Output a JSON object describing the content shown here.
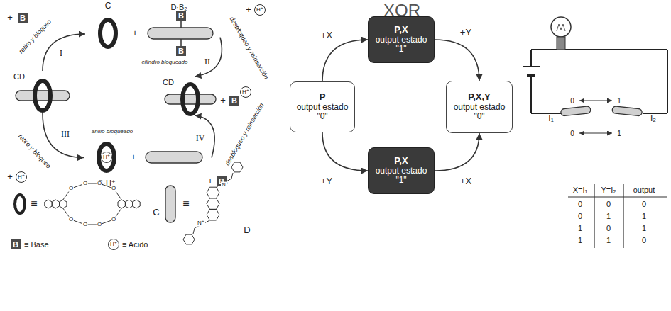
{
  "diagram": {
    "title": "XOR",
    "nodes": [
      {
        "text": [
          "CD"
        ]
      },
      {
        "text": [
          "C",
          "D·B₂",
          "cilindro bloqueado"
        ]
      },
      {
        "text": [
          "CD"
        ]
      },
      {
        "text": [
          "anillo bloqueado",
          "C·H⁺"
        ]
      },
      {
        "text": [
          "P",
          "output estado \"0\""
        ]
      },
      {
        "text": [
          "P,X",
          "output estado \"1\""
        ]
      },
      {
        "text": [
          "P,X",
          "output estado \"1\""
        ]
      },
      {
        "text": [
          "P,X,Y",
          "output estado \"0\""
        ]
      }
    ],
    "edges": [
      {
        "from": 0,
        "to": 1,
        "arrow": "to",
        "label": "I"
      },
      {
        "from": 1,
        "to": 2,
        "arrow": "to",
        "label": "II"
      },
      {
        "from": 0,
        "to": 3,
        "arrow": "to",
        "label": "III"
      },
      {
        "from": 3,
        "to": 2,
        "arrow": "to",
        "label": "IV"
      },
      {
        "from": 4,
        "to": 5,
        "arrow": "to",
        "label": "+X"
      },
      {
        "from": 5,
        "to": 7,
        "arrow": "to",
        "label": "+Y"
      },
      {
        "from": 4,
        "to": 6,
        "arrow": "to",
        "label": "+Y"
      },
      {
        "from": 6,
        "to": 7,
        "arrow": "to",
        "label": "+X"
      }
    ],
    "labels": [
      "+",
      "B",
      "retiro y bloqueo",
      "+",
      "B",
      "B",
      "desbloqueo y reinserción",
      "+",
      "H⁺",
      "+",
      "B",
      "H⁺",
      "retiro y bloqueo",
      "+",
      "H⁺",
      "H⁺",
      "+",
      "desbloqueo y reinserción",
      "+",
      "B",
      "≡",
      "C",
      "≡",
      "D",
      "I₁",
      "I₂",
      "0",
      "1",
      "0",
      "1",
      "X=I₁",
      "Y=I₂",
      "output",
      "0",
      "0",
      "0",
      "0",
      "1",
      "1",
      "1",
      "0",
      "1",
      "1",
      "1",
      "0",
      "B",
      "H⁺",
      "O",
      "O",
      "O",
      "O",
      "O",
      "O",
      "O",
      "O",
      "N⁺",
      "N⁺"
    ],
    "legend": [
      {
        "text": "≡ Base"
      },
      {
        "text": "≡ Acido"
      }
    ]
  }
}
